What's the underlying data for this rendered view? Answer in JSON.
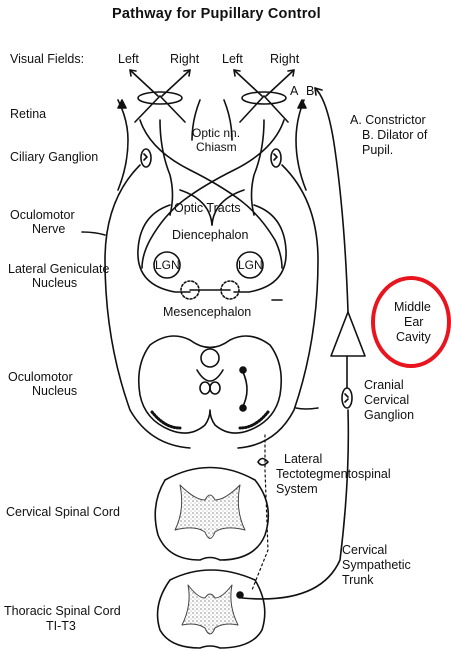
{
  "title": "Pathway for Pupillary Control",
  "labels": {
    "visual_fields": "Visual Fields:",
    "left1": "Left",
    "right1": "Right",
    "left2": "Left",
    "right2": "Right",
    "a": "A",
    "b": "B",
    "retina": "Retina",
    "optic_nn": "Optic nn.",
    "chiasm": "Chiasm",
    "ciliary_ganglion": "Ciliary Ganglion",
    "legend_a": "A. Constrictor",
    "legend_b1": "B. Dilator of",
    "legend_b2": "Pupil.",
    "oculomotor_nerve_1": "Oculomotor",
    "oculomotor_nerve_2": "Nerve",
    "optic_tracts": "Optic Tracts",
    "diencephalon": "Diencephalon",
    "lgn_left": "LGN",
    "lgn_right": "LGN",
    "lateral_geniculate_1": "Lateral Geniculate",
    "lateral_geniculate_2": "Nucleus",
    "mesencephalon": "Mesencephalon",
    "middle_ear_1": "Middle",
    "middle_ear_2": "Ear",
    "middle_ear_3": "Cavity",
    "oculomotor_nucleus_1": "Oculomotor",
    "oculomotor_nucleus_2": "Nucleus",
    "cranial_cervical_1": "Cranial",
    "cranial_cervical_2": "Cervical",
    "cranial_cervical_3": "Ganglion",
    "lateral_tecto_1": "Lateral",
    "lateral_tecto_2": "Tectotegmentospinal",
    "lateral_tecto_3": "System",
    "cervical_spinal_cord": "Cervical  Spinal  Cord",
    "cervical_symp_1": "Cervical",
    "cervical_symp_2": "Sympathetic",
    "cervical_symp_3": "Trunk",
    "thoracic_spinal_cord": "Thoracic  Spinal  Cord",
    "t1_t3": "TI-T3"
  },
  "colors": {
    "ink": "#111111",
    "highlight_circle": "#e8141e",
    "stipple": "#9a9a9a"
  }
}
